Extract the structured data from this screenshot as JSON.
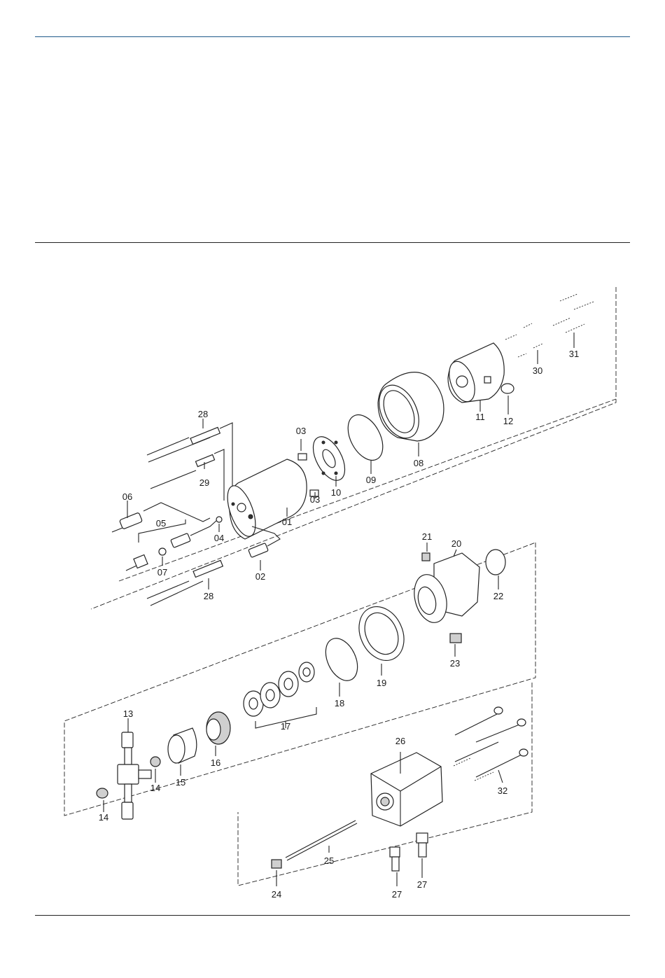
{
  "diagram": {
    "callouts": [
      "01",
      "02",
      "03",
      "03",
      "04",
      "05",
      "06",
      "07",
      "08",
      "09",
      "10",
      "11",
      "12",
      "13",
      "14",
      "14",
      "15",
      "16",
      "17",
      "18",
      "19",
      "20",
      "21",
      "22",
      "23",
      "24",
      "25",
      "26",
      "27",
      "27",
      "28",
      "28",
      "29",
      "30",
      "31",
      "32"
    ]
  }
}
